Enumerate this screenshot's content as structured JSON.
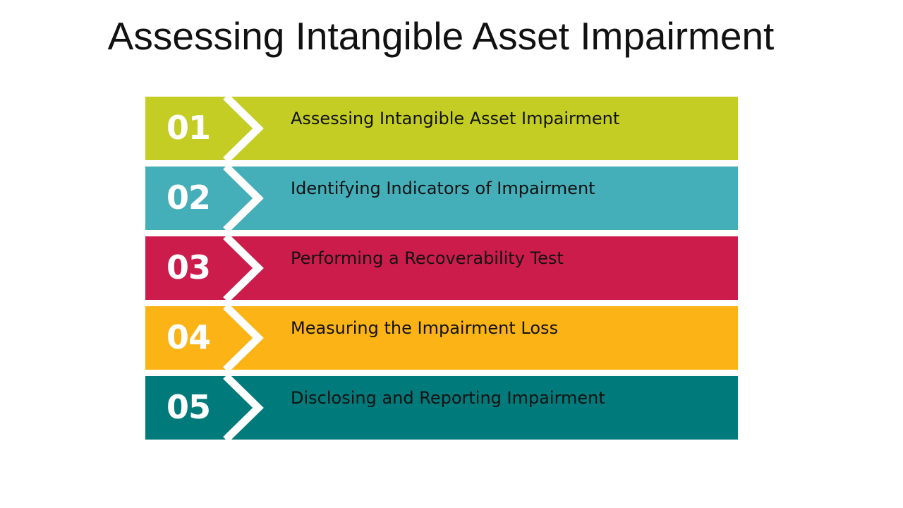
{
  "title": "Assessing Intangible Asset Impairment",
  "steps": [
    {
      "number": "01",
      "text": "Assessing Intangible Asset Impairment",
      "color": "#c4cd24"
    },
    {
      "number": "02",
      "text": "Identifying Indicators of Impairment",
      "color": "#44aeb9"
    },
    {
      "number": "03",
      "text": "Performing a Recoverability Test",
      "color": "#cb1c4b"
    },
    {
      "number": "04",
      "text": "Measuring the Impairment Loss",
      "color": "#fbb316"
    },
    {
      "number": "05",
      "text": "Disclosing and Reporting Impairment",
      "color": "#017a7b"
    }
  ]
}
